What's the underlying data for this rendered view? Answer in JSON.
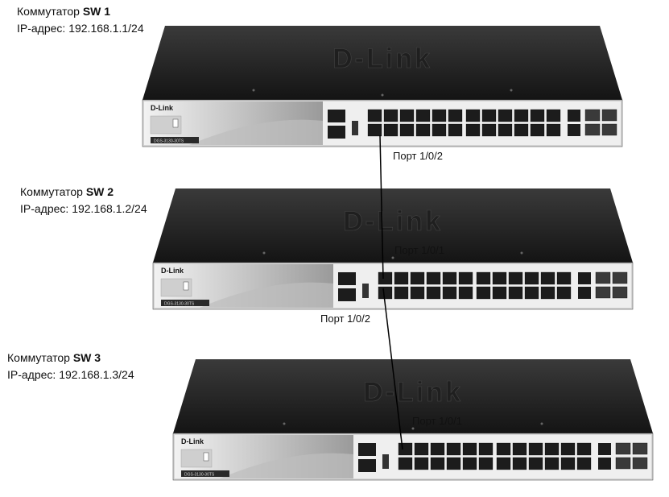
{
  "switches": [
    {
      "name_prefix": "Коммутатор ",
      "name_id": "SW 1",
      "ip_line": "IP-адрес: 192.168.1.1/24",
      "brand": "D-Link",
      "top_logo": "D-Link",
      "model": "DGS-3130-30TS"
    },
    {
      "name_prefix": "Коммутатор ",
      "name_id": "SW 2",
      "ip_line": "IP-адрес: 192.168.1.2/24",
      "brand": "D-Link",
      "top_logo": "D-Link",
      "model": "DGS-3130-30TS"
    },
    {
      "name_prefix": "Коммутатор ",
      "name_id": "SW 3",
      "ip_line": "IP-адрес: 192.168.1.3/24",
      "brand": "D-Link",
      "top_logo": "D-Link",
      "model": "DGS-3130-30TS"
    }
  ],
  "port_labels": {
    "sw1_out": "Порт 1/0/2",
    "sw2_in": "Порт 1/0/1",
    "sw2_out": "Порт 1/0/2",
    "sw3_in": "Порт 1/0/1"
  },
  "colors": {
    "chassis_top": "#2b2b2b",
    "chassis_front": "#e8e8e8",
    "port": "#1c1c1c",
    "cable": "#000000"
  }
}
